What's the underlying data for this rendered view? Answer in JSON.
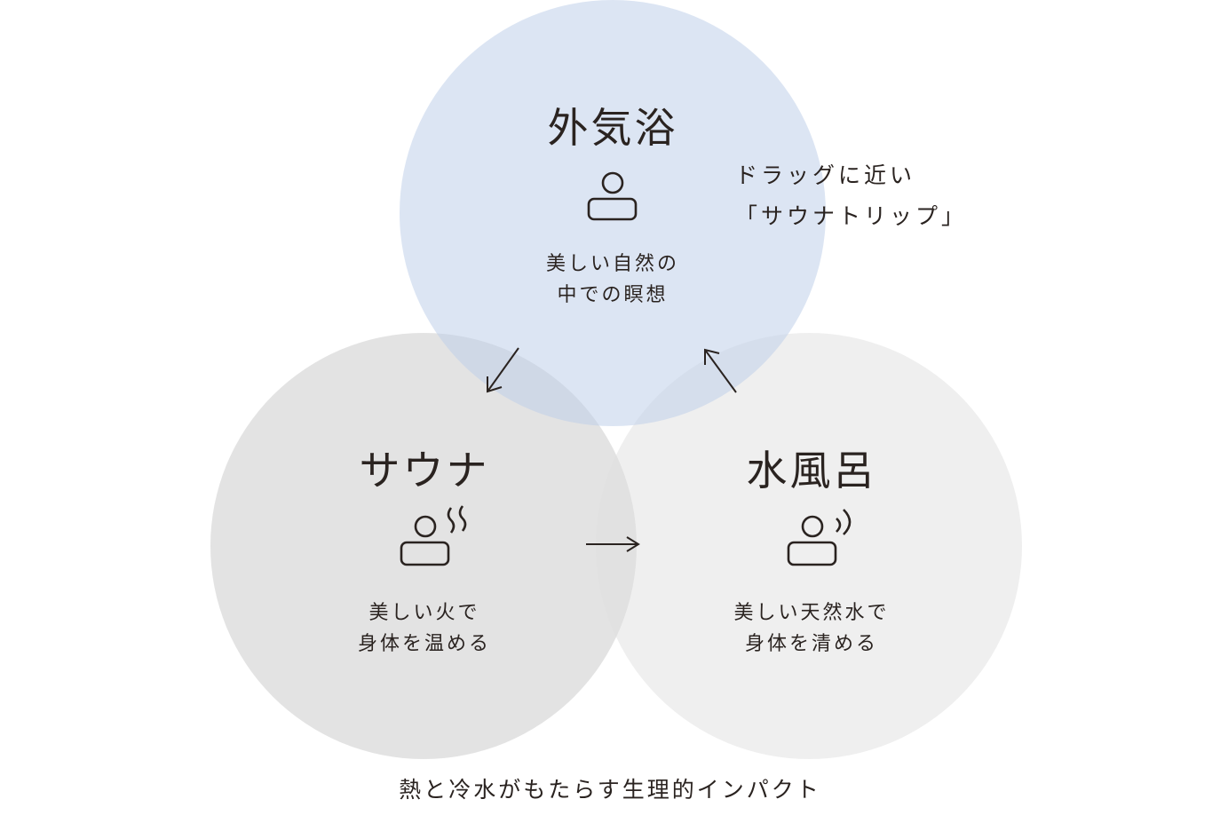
{
  "outdoor": {
    "title": "外気浴",
    "desc_line1": "美しい自然の",
    "desc_line2": "中での瞑想"
  },
  "sauna": {
    "title": "サウナ",
    "desc_line1": "美しい火で",
    "desc_line2": "身体を温める"
  },
  "cold_bath": {
    "title": "水風呂",
    "desc_line1": "美しい天然水で",
    "desc_line2": "身体を清める"
  },
  "note": {
    "line1": "ドラッグに近い",
    "line2": "「サウナトリップ」"
  },
  "footer": {
    "caption": "熱と冷水がもたらす生理的インパクト"
  },
  "colors": {
    "outdoor_circle": "#dbe2f2",
    "sauna_circle": "#e4e4e4",
    "cold_circle": "#f1f1f1",
    "ink": "#2a2320"
  },
  "icons": [
    "person-icon",
    "person-steam-icon",
    "person-water-icon",
    "arrow-down-left-icon",
    "arrow-right-icon",
    "arrow-up-left-icon"
  ]
}
